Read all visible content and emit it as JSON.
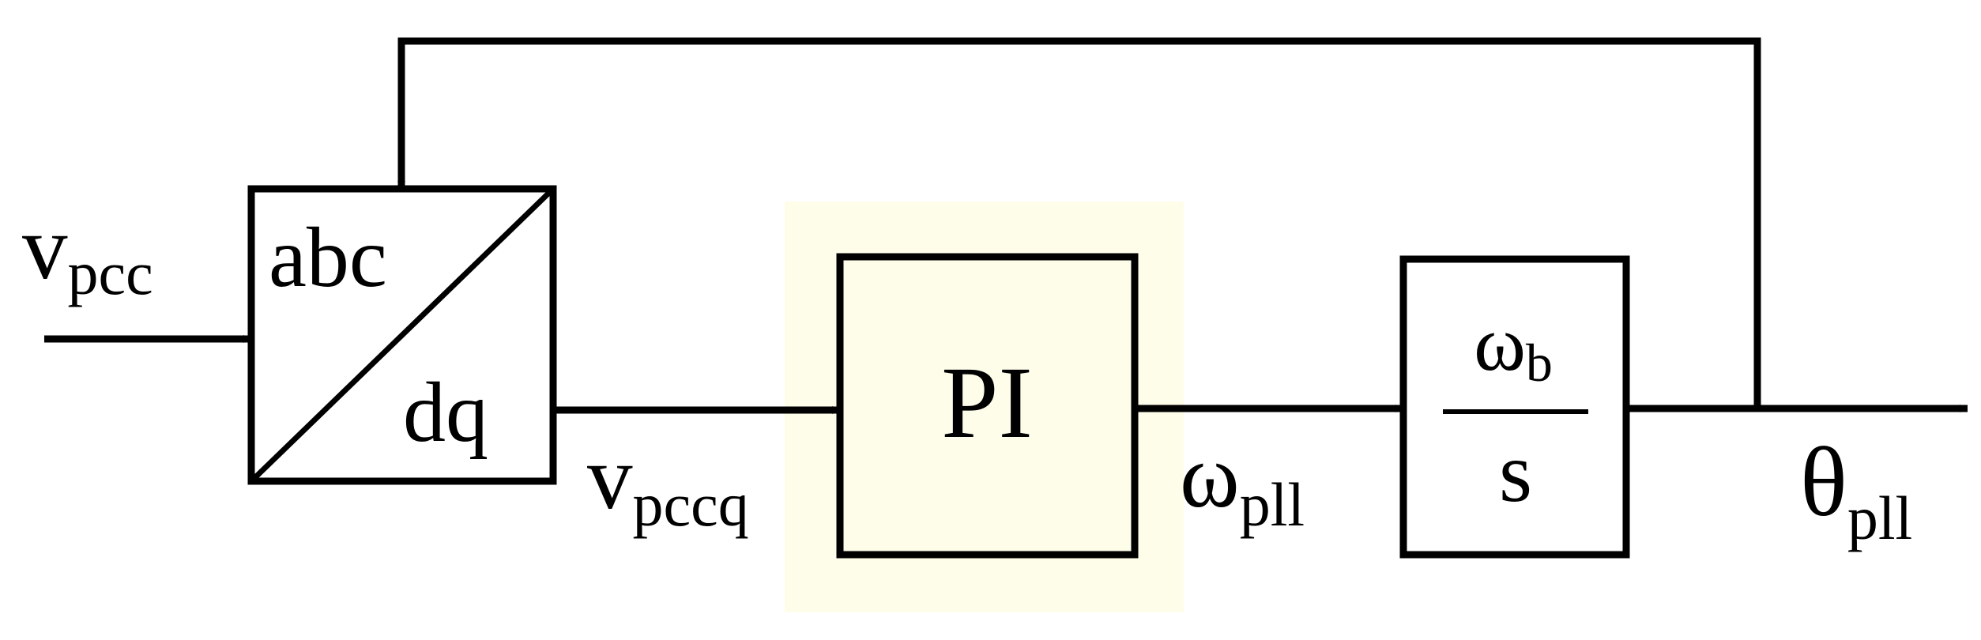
{
  "diagram": {
    "colors": {
      "stroke": "#000000",
      "highlight": "#fefdea",
      "background": "#ffffff"
    },
    "inputs": {
      "vpcc": {
        "base": "v",
        "sub": "pcc"
      }
    },
    "signals": {
      "vpccq": {
        "base": "v",
        "sub": "pccq"
      },
      "wpll": {
        "base": "ω",
        "sub": "pll"
      },
      "thetapll": {
        "base": "θ",
        "sub": "pll"
      }
    },
    "blocks": {
      "abcdq": {
        "top": "abc",
        "bottom": "dq"
      },
      "pi": {
        "label": "PI"
      },
      "integrator": {
        "numerator": {
          "base": "ω",
          "sub": "b"
        },
        "denominator": "s"
      }
    }
  }
}
